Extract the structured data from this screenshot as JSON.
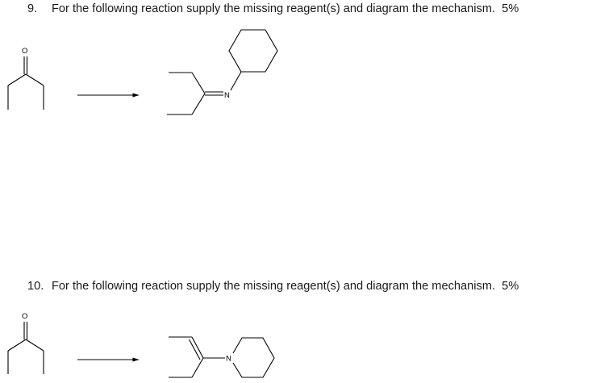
{
  "questions": [
    {
      "number": "9.",
      "text": "For the following reaction supply the missing reagent(s) and diagram the mechanism.",
      "points": "5%",
      "starting_material": {
        "atom_labels": [
          "O"
        ]
      },
      "product": {
        "atom_labels": [
          "N"
        ]
      }
    },
    {
      "number": "10.",
      "text": "For the following reaction supply the missing reagent(s) and diagram the mechanism.",
      "points": "5%",
      "starting_material": {
        "atom_labels": [
          "O"
        ]
      },
      "product": {
        "atom_labels": [
          "N"
        ]
      }
    }
  ]
}
